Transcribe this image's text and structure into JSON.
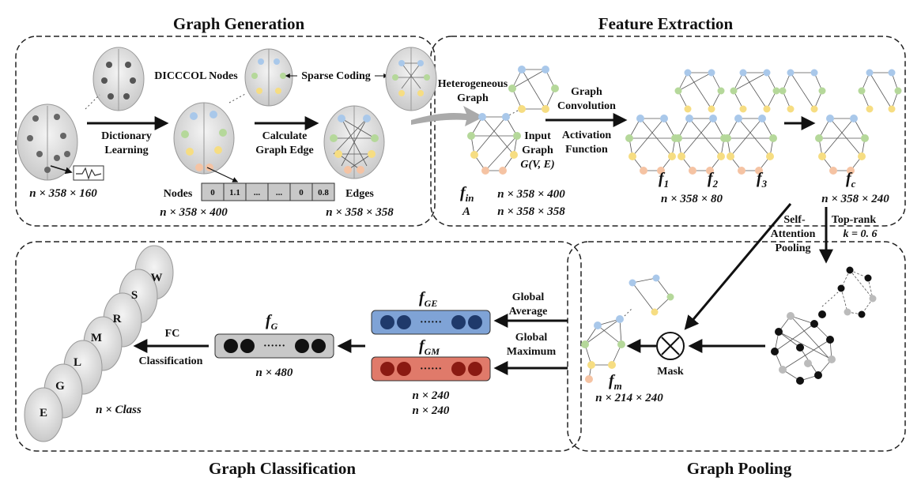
{
  "sections": {
    "graph_generation": "Graph Generation",
    "feature_extraction": "Feature Extraction",
    "graph_classification": "Graph Classification",
    "graph_pooling": "Graph Pooling"
  },
  "generation": {
    "dicccol_nodes": "DICCCOL Nodes",
    "sparse_coding": "Sparse Coding",
    "dictionary": "Dictionary",
    "learning": "Learning",
    "calculate": "Calculate",
    "graph_edge": "Graph Edge",
    "input_dim": "n × 358 × 160",
    "nodes_label": "Nodes",
    "nodes_dim": "n × 358 × 400",
    "edges_label": "Edges",
    "edges_dim": "n × 358 × 358",
    "node_vector": [
      "0",
      "1.1",
      "...",
      "...",
      "0",
      "0.8"
    ]
  },
  "extraction": {
    "heterogeneous": "Heterogeneous",
    "graph": "Graph",
    "graph_conv_1": "Graph",
    "graph_conv_2": "Convolution",
    "activation": "Activation",
    "function": "Function",
    "input": "Input",
    "input_graph": "Graph",
    "gve": "G(V, E)",
    "f_in": "f",
    "f_in_sub": "in",
    "f_in_dim": "n × 358 × 400",
    "a_label": "A",
    "a_dim": "n × 358 × 358",
    "f1": "f",
    "f1_sub": "1",
    "f2": "f",
    "f2_sub": "2",
    "f3": "f",
    "f3_sub": "3",
    "f_dim": "n × 358 × 80",
    "fc": "f",
    "fc_sub": "c",
    "fc_dim": "n × 358 × 240"
  },
  "pooling": {
    "self": "Self-",
    "attention": "Attention",
    "pooling": "Pooling",
    "top_rank": "Top-rank",
    "k": "k = 0. 6",
    "mask": "Mask",
    "fm": "f",
    "fm_sub": "m",
    "fm_dim": "n × 214 × 240"
  },
  "classification": {
    "global": "Global",
    "average": "Average",
    "global2": "Global",
    "maximum": "Maximum",
    "fge": "f",
    "fge_sub": "GE",
    "fgm": "f",
    "fgm_sub": "GM",
    "fg": "f",
    "fg_sub": "G",
    "dots": "······",
    "fg_dim": "n × 480",
    "fge_dim": "n × 240",
    "fgm_dim": "n × 240",
    "fc_label": "FC",
    "classification_label": "Classification",
    "class_dim": "n × Class",
    "class_letters": [
      "W",
      "S",
      "R",
      "M",
      "L",
      "G",
      "E"
    ]
  },
  "colors": {
    "blue_node": "#a9c8ea",
    "green_node": "#b5d89a",
    "yellow_node": "#f6dd82",
    "orange_node": "#f5c3a3",
    "fge_box": "#7fa3d6",
    "fgm_box": "#e07a6a",
    "fg_box": "#c8c8c8",
    "dark_circle_blue": "#1f3a6b",
    "dark_circle_red": "#8a1a12"
  }
}
